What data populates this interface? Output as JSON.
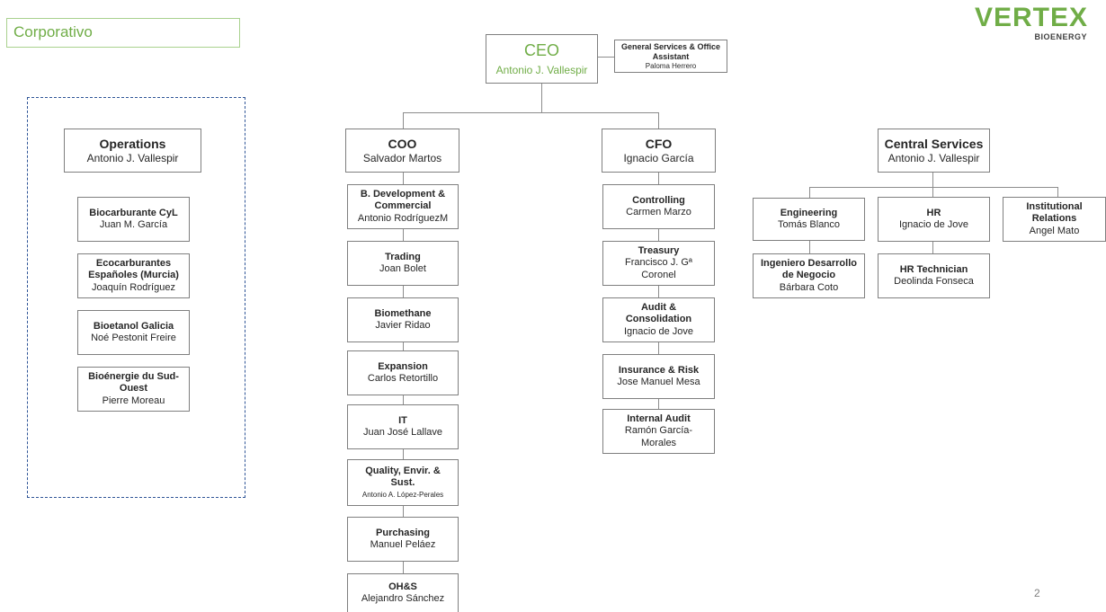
{
  "section_title": "Corporativo",
  "logo": {
    "name": "VERTEX",
    "sub": "BIOENERGY"
  },
  "page_number": "2",
  "ceo": {
    "title": "CEO",
    "name": "Antonio J. Vallespir"
  },
  "assistant": {
    "title": "General Services & Office Assistant",
    "name": "Paloma Herrero"
  },
  "operations": {
    "head": {
      "title": "Operations",
      "name": "Antonio J. Vallespir"
    },
    "units": [
      {
        "title": "Biocarburante CyL",
        "name": "Juan M. García"
      },
      {
        "title": "Ecocarburantes Españoles (Murcia)",
        "name": "Joaquín Rodríguez"
      },
      {
        "title": "Bioetanol Galicia",
        "name": "Noé Pestonit Freire"
      },
      {
        "title": "Bioénergie du Sud-Ouest",
        "name": "Pierre Moreau"
      }
    ]
  },
  "coo": {
    "head": {
      "title": "COO",
      "name": "Salvador Martos"
    },
    "units": [
      {
        "title": "B. Development & Commercial",
        "name": "Antonio RodríguezM"
      },
      {
        "title": "Trading",
        "name": "Joan Bolet"
      },
      {
        "title": "Biomethane",
        "name": "Javier Ridao"
      },
      {
        "title": "Expansion",
        "name": "Carlos Retortillo"
      },
      {
        "title": "IT",
        "name": "Juan José Lallave"
      },
      {
        "title": "Quality, Envir. & Sust.",
        "name": "Antonio A. López-Perales"
      },
      {
        "title": "Purchasing",
        "name": "Manuel Peláez"
      },
      {
        "title": "OH&S",
        "name": "Alejandro Sánchez"
      }
    ]
  },
  "cfo": {
    "head": {
      "title": "CFO",
      "name": "Ignacio García"
    },
    "units": [
      {
        "title": "Controlling",
        "name": "Carmen Marzo"
      },
      {
        "title": "Treasury",
        "name": "Francisco J. Gª Coronel"
      },
      {
        "title": "Audit & Consolidation",
        "name": "Ignacio de Jove"
      },
      {
        "title": "Insurance & Risk",
        "name": "Jose Manuel Mesa"
      },
      {
        "title": "Internal Audit",
        "name": "Ramón García-Morales"
      }
    ]
  },
  "central": {
    "head": {
      "title": "Central Services",
      "name": "Antonio J. Vallespir"
    },
    "engineering": {
      "title": "Engineering",
      "name": "Tomás Blanco"
    },
    "ingeniero": {
      "title": "Ingeniero Desarrollo de Negocio",
      "name": "Bárbara Coto"
    },
    "hr": {
      "title": "HR",
      "name": "Ignacio de Jove"
    },
    "hr_tech": {
      "title": "HR Technician",
      "name": "Deolinda Fonseca"
    },
    "institutional": {
      "title": "Institutional Relations",
      "name": "Angel Mato"
    }
  }
}
